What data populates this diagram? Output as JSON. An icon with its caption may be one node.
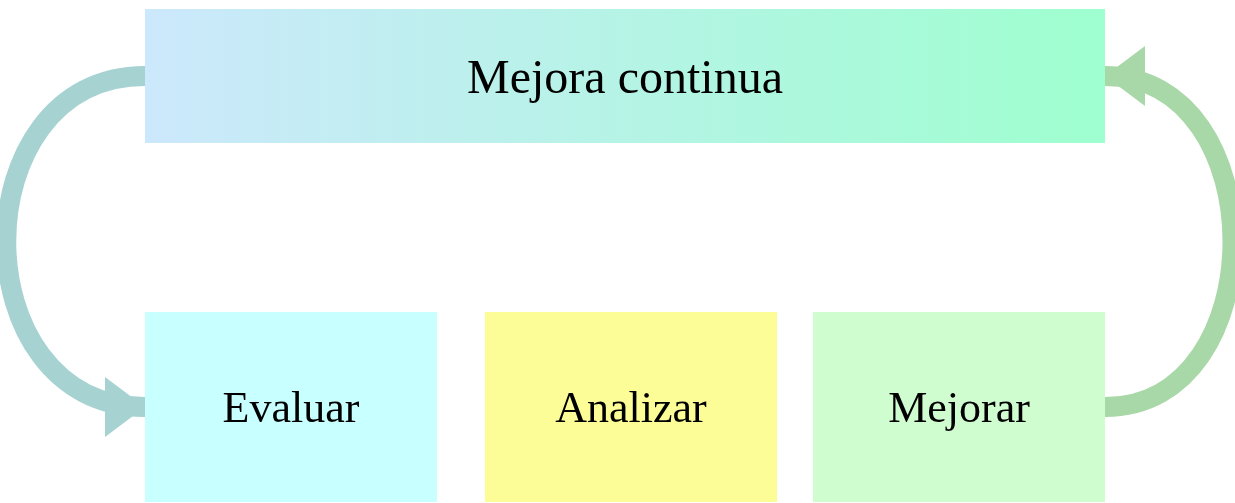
{
  "diagram": {
    "nodes": [
      {
        "text": [
          "Mejora continua"
        ]
      },
      {
        "text": [
          "Evaluar"
        ]
      },
      {
        "text": [
          "Analizar"
        ]
      },
      {
        "text": [
          "Mejorar"
        ]
      }
    ],
    "edges": [
      {
        "from": 0,
        "to": 1,
        "arrow": "to",
        "color": "#a6d2d2"
      },
      {
        "from": 3,
        "to": 0,
        "arrow": "to",
        "color": "#a8d8a8"
      }
    ]
  }
}
